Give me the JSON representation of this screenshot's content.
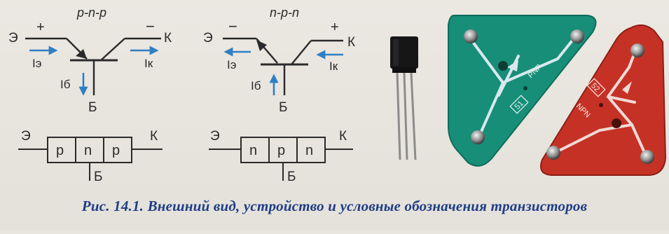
{
  "pnp": {
    "title": "p-n-p",
    "emitter_letter": "Э",
    "collector_letter": "К",
    "base_letter": "Б",
    "emitter_sign": "+",
    "collector_sign": "−",
    "i_emitter": "Iэ",
    "i_collector": "Iк",
    "i_base": "Iб",
    "layers": [
      "p",
      "n",
      "p"
    ]
  },
  "npn": {
    "title": "n-p-n",
    "emitter_letter": "Э",
    "collector_letter": "К",
    "base_letter": "Б",
    "emitter_sign": "−",
    "collector_sign": "+",
    "i_emitter": "Iэ",
    "i_collector": "Iк",
    "i_base": "Iб",
    "layers": [
      "n",
      "p",
      "n"
    ]
  },
  "boards": {
    "green_label": "PNP",
    "green_number": "51",
    "red_label": "NPN",
    "red_number": "52"
  },
  "caption": "Рис. 14.1. Внешний вид, устройство и условные обозначения транзисторов",
  "colors": {
    "ink": "#2a2a2a",
    "arrow_blue": "#2f7fc4",
    "green_board": "#178e78",
    "red_board": "#c53225",
    "caption_blue": "#1f3d86"
  }
}
